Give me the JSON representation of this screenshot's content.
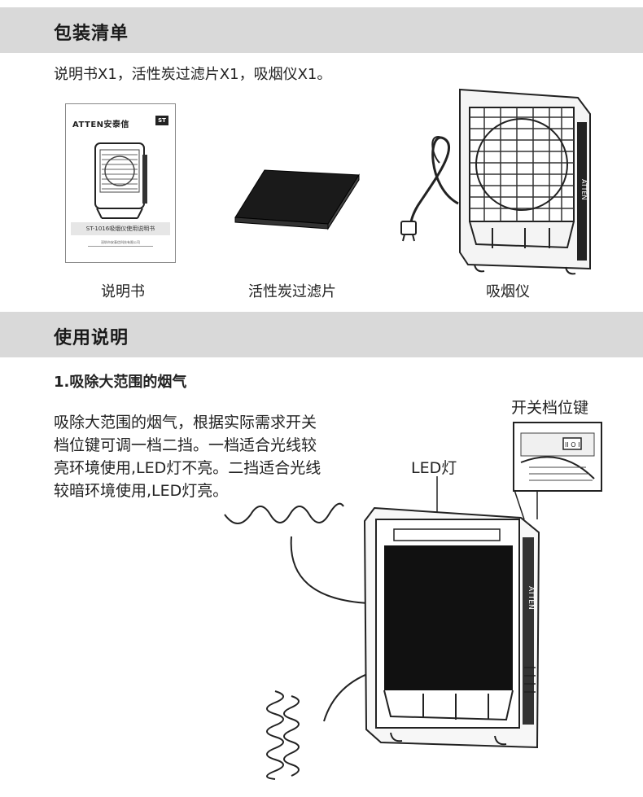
{
  "section1": {
    "title": "包装清单"
  },
  "package_list": "说明书X1，活性炭过滤片X1，吸烟仪X1。",
  "items": [
    {
      "caption": "说明书"
    },
    {
      "caption": "活性炭过滤片"
    },
    {
      "caption": "吸烟仪"
    }
  ],
  "booklet": {
    "brand": "ATTEN安泰信",
    "badge": "ST",
    "title": "ST-1016吸烟仪使用说明书",
    "company": "深圳市安泰信科技有限公司"
  },
  "device_brand": "ATTEN",
  "section2": {
    "title": "使用说明"
  },
  "subsection1": {
    "title": "1.吸除大范围的烟气"
  },
  "description": {
    "lines": [
      "吸除大范围的烟气，根据实际需求开关",
      "档位键可调一档二挡。一档适合光线较",
      "亮环境使用,LED灯不亮。二挡适合光线",
      "较暗环境使用,LED灯亮。"
    ]
  },
  "labels": {
    "switch": "开关档位键",
    "led": "LED灯",
    "switch_face": "II O I"
  },
  "colors": {
    "band": "#d9d9d9",
    "text": "#222222",
    "filter": "#111111"
  }
}
